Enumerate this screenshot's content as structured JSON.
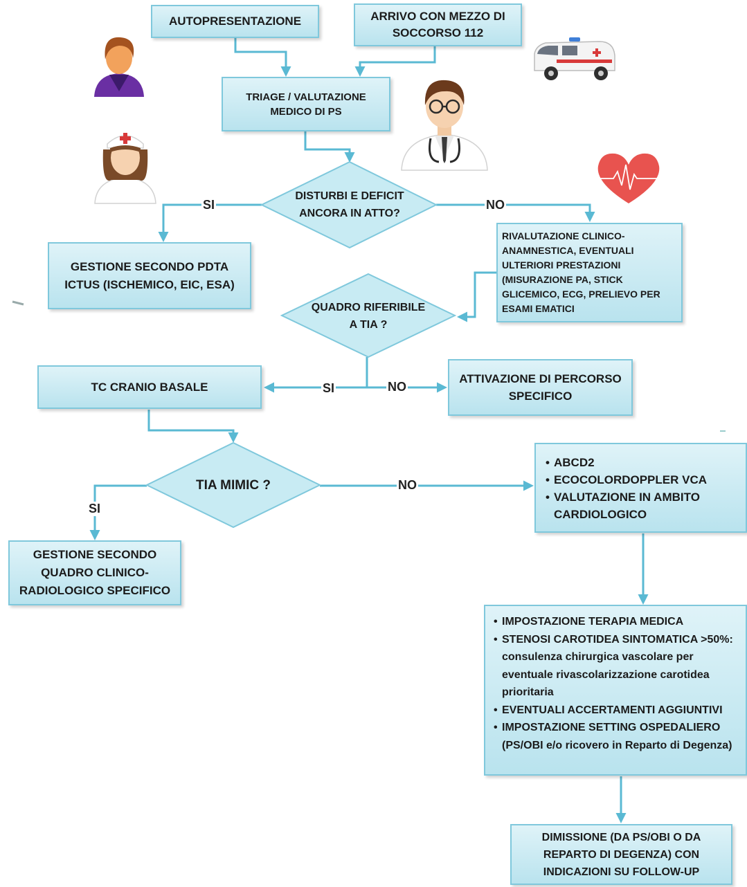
{
  "flow": {
    "self_presentation": "AUTOPRESENTAZIONE",
    "ambulance_arrival_1": "ARRIVO CON MEZZO DI",
    "ambulance_arrival_2": "SOCCORSO 112",
    "triage_1": "TRIAGE / VALUTAZIONE",
    "triage_2": "MEDICO DI PS",
    "deficit_question_1": "DISTURBI E DEFICIT",
    "deficit_question_2": "ANCORA IN ATTO?",
    "yes": "SI",
    "no": "NO",
    "pdta_1": "GESTIONE SECONDO PDTA",
    "pdta_2": "ICTUS (ISCHEMICO, EIC, ESA)",
    "reassessment": [
      "RIVALUTAZIONE CLINICO-",
      "ANAMNESTICA, EVENTUALI",
      "ULTERIORI PRESTAZIONI",
      "(MISURAZIONE PA, STICK",
      "GLICEMICO, ECG, PRELIEVO PER",
      "ESAMI EMATICI"
    ],
    "tia_question_1": "QUADRO RIFERIBILE",
    "tia_question_2": "A TIA ?",
    "ct_scan": "TC CRANIO BASALE",
    "specific_path_1": "ATTIVAZIONE DI PERCORSO",
    "specific_path_2": "SPECIFICO",
    "tia_mimic": "TIA MIMIC ?",
    "specific_management": [
      "GESTIONE SECONDO",
      "QUADRO CLINICO-",
      "RADIOLOGICO SPECIFICO"
    ],
    "workup_items": [
      "ABCD2",
      "ECOCOLORDOPPLER VCA",
      "VALUTAZIONE IN AMBITO CARDIOLOGICO"
    ],
    "therapy_items": [
      "IMPOSTAZIONE TERAPIA MEDICA",
      "STENOSI CAROTIDEA SINTOMATICA >50%: consulenza chirurgica vascolare per eventuale rivascolarizzazione carotidea prioritaria",
      "EVENTUALI ACCERTAMENTI AGGIUNTIVI",
      "IMPOSTAZIONE SETTING OSPEDALIERO (PS/OBI e/o ricovero in Reparto di Degenza)"
    ],
    "discharge": [
      "DIMISSIONE (DA PS/OBI O DA",
      "REPARTO DI DEGENZA) CON",
      "INDICAZIONI SU FOLLOW-UP"
    ]
  },
  "icons": [
    "patient-icon",
    "ambulance-icon",
    "doctor-icon",
    "nurse-icon",
    "heartbeat-icon"
  ],
  "colors": {
    "box_fill": "#c8ebf3",
    "box_border": "#7fc8dc",
    "connector": "#5ab9d3",
    "heart": "#e8534f"
  }
}
